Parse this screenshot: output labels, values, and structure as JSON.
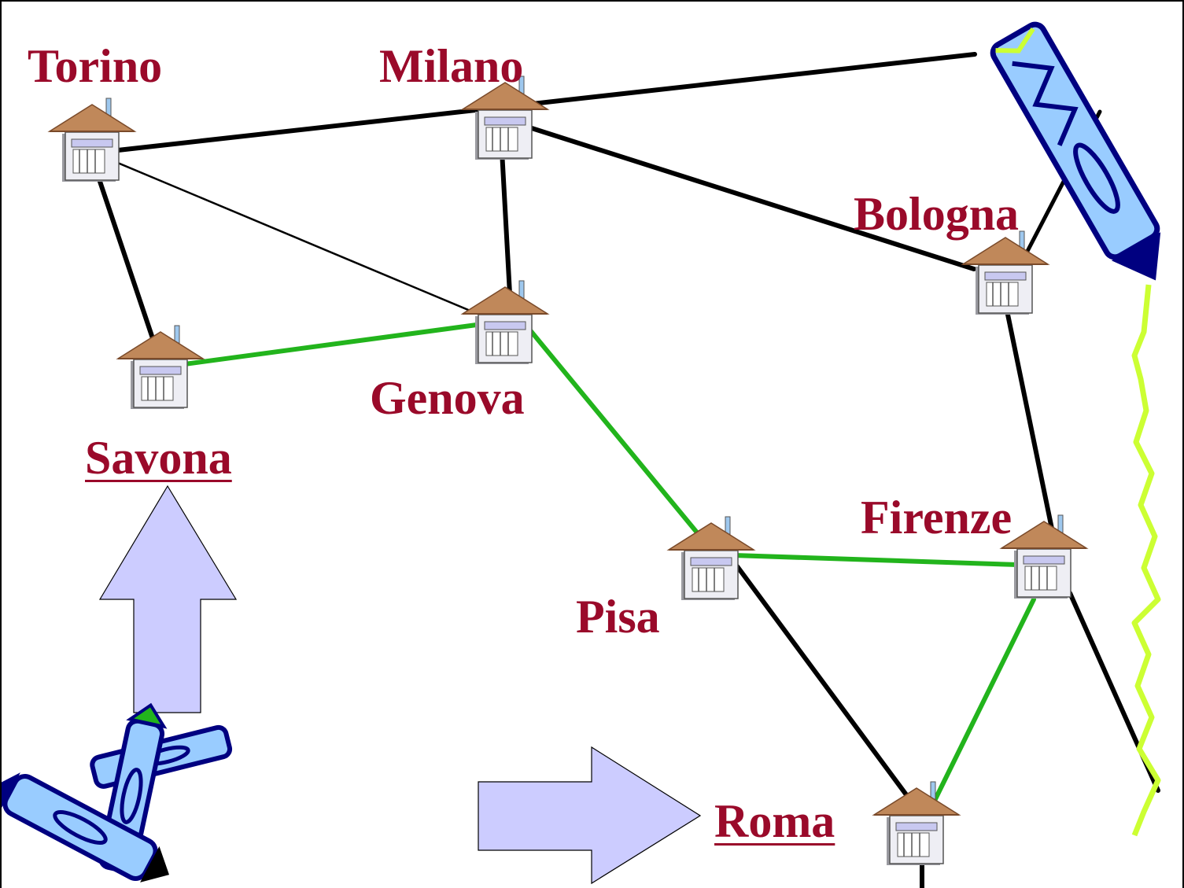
{
  "colors": {
    "label": "#9a0a2a",
    "road_main": "#000000",
    "road_route": "#22b41c",
    "arrow_fill": "#ccccff",
    "roof": "#c0885a",
    "wall": "#eeeef4",
    "window": "#c8c8f0",
    "squiggle": "#ccff33",
    "crayon_body": "#99ccff",
    "crayon_outline": "#000080"
  },
  "cities": {
    "torino": {
      "label": "Torino"
    },
    "milano": {
      "label": "Milano"
    },
    "bologna": {
      "label": "Bologna"
    },
    "genova": {
      "label": "Genova"
    },
    "savona": {
      "label": "Savona"
    },
    "firenze": {
      "label": "Firenze"
    },
    "pisa": {
      "label": "Pisa"
    },
    "roma": {
      "label": "Roma"
    }
  },
  "highlighted_route": [
    "Savona",
    "Genova",
    "Pisa",
    "Firenze",
    "Roma"
  ],
  "icons": {
    "building": "house-icon",
    "arrow_up": "arrow-up-icon",
    "arrow_right": "arrow-right-icon",
    "crayon": "crayon-icon",
    "squiggle": "squiggle-line"
  }
}
